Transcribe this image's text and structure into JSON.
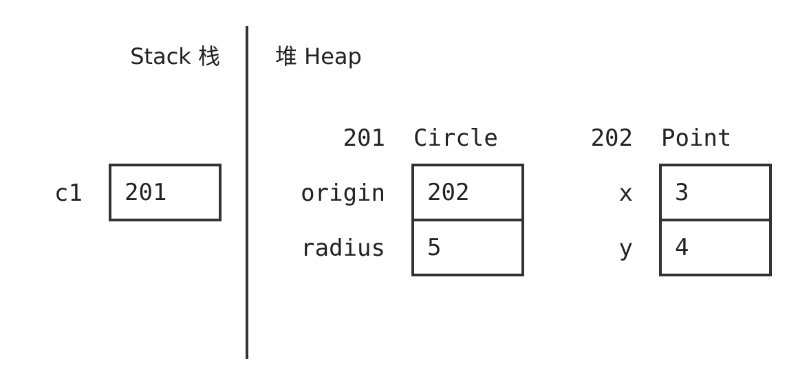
{
  "stack": {
    "heading": "Stack 栈",
    "variables": [
      {
        "name": "c1",
        "value": "201"
      }
    ]
  },
  "heap": {
    "heading": "堆 Heap",
    "objects": [
      {
        "address": "201",
        "type": "Circle",
        "fields": [
          {
            "name": "origin",
            "value": "202"
          },
          {
            "name": "radius",
            "value": "5"
          }
        ]
      },
      {
        "address": "202",
        "type": "Point",
        "fields": [
          {
            "name": "x",
            "value": "3"
          },
          {
            "name": "y",
            "value": "4"
          }
        ]
      }
    ]
  }
}
